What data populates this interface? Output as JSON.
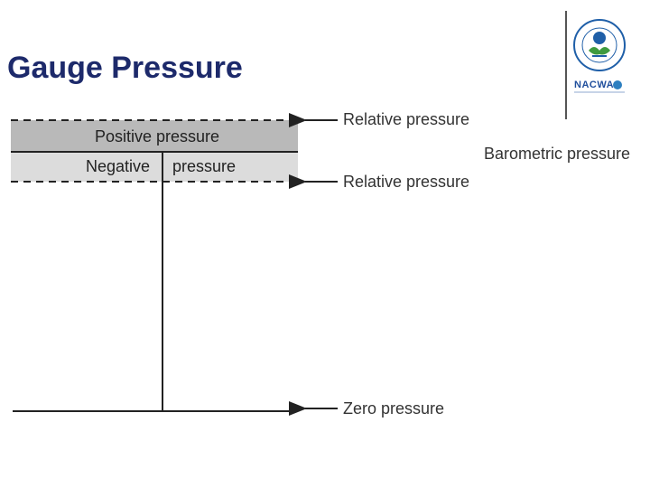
{
  "slide": {
    "title": "Gauge Pressure"
  },
  "logos": {
    "epa_seal": {
      "icon": "epa-seal-icon",
      "colors": {
        "green": "#3f9b3f",
        "blue": "#1f5fa8"
      }
    },
    "nacwa": {
      "text": "NACWA",
      "icon": "nacwa-logo-icon",
      "color": "#1f4e9c"
    }
  },
  "diagram": {
    "bands": {
      "positive": "Positive pressure",
      "negative_word": "Negative",
      "pressure_word": "pressure"
    },
    "labels": {
      "relative_top": "Relative pressure",
      "relative_bottom": "Relative pressure",
      "barometric": "Barometric pressure",
      "zero": "Zero pressure"
    },
    "colors": {
      "positive_band": "#b9b9b9",
      "negative_band": "#dcdcdc",
      "line": "#222222"
    }
  }
}
